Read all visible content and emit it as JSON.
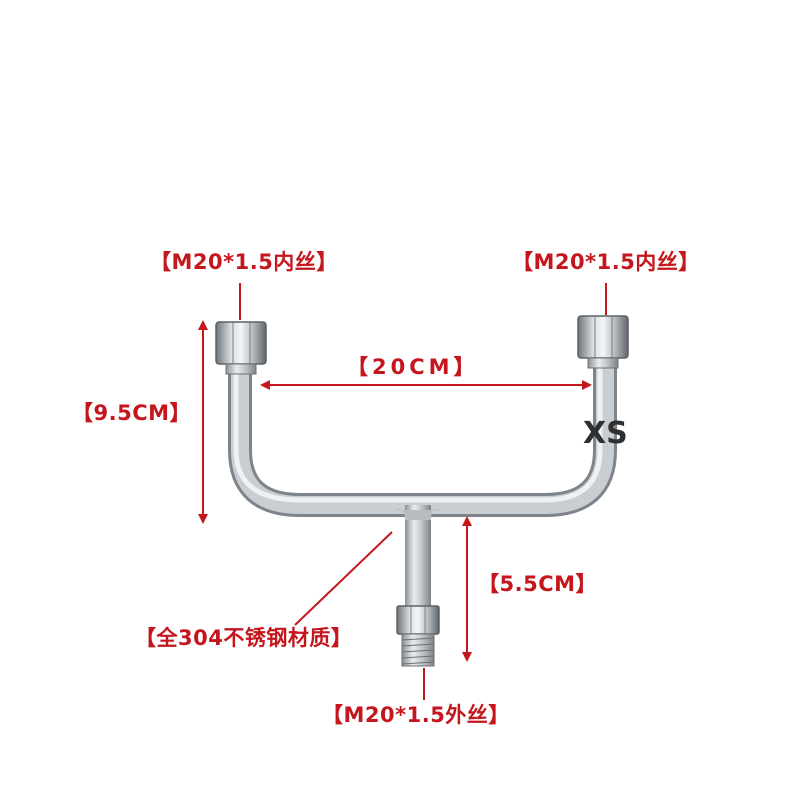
{
  "labels": {
    "left_female_thread": "【M20*1.5内丝】",
    "right_female_thread": "【M20*1.5内丝】",
    "width": "【20CM】",
    "height": "【9.5CM】",
    "branch_length": "【5.5CM】",
    "material": "【全304不锈钢材质】",
    "male_thread": "【M20*1.5外丝】"
  },
  "watermark": "XS",
  "colors": {
    "annotation": "#c4161c",
    "steel": "#b9bec3",
    "background": "#ffffff"
  }
}
